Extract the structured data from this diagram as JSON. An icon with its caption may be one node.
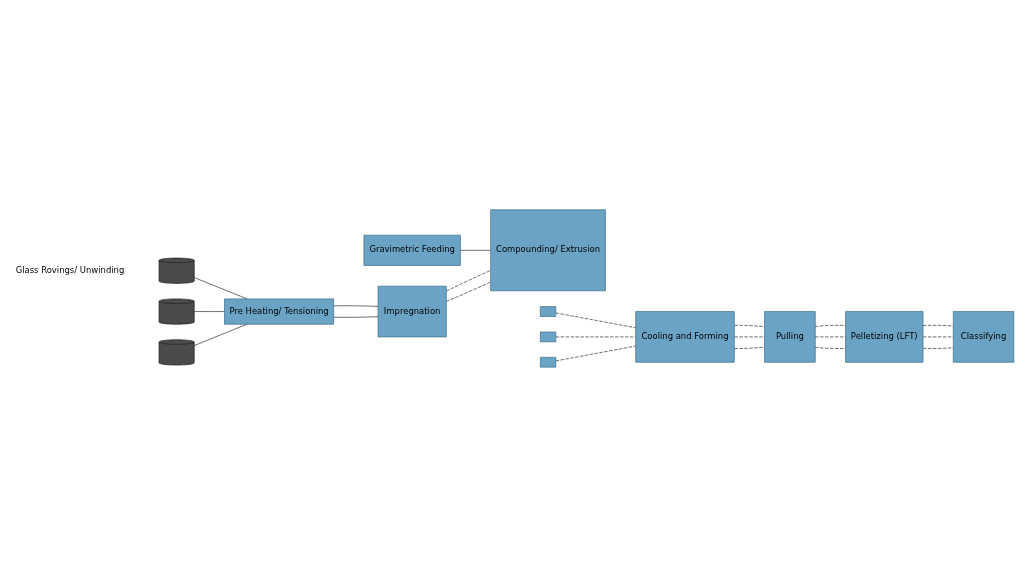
{
  "diagram": {
    "nodes": [
      {
        "text": [],
        "shape": "cylinder"
      },
      {
        "text": [],
        "shape": "cylinder"
      },
      {
        "text": [],
        "shape": "cylinder"
      },
      {
        "text": [
          "Pre Heating/ Tensioning"
        ]
      },
      {
        "text": [
          "Impregnation"
        ]
      },
      {
        "text": [],
        "shape": "box"
      },
      {
        "text": [],
        "shape": "box"
      },
      {
        "text": [],
        "shape": "box"
      },
      {
        "text": [
          "Cooling and Forming"
        ]
      },
      {
        "text": [
          "Pulling"
        ]
      },
      {
        "text": [
          "Pelletizing (LFT)"
        ]
      },
      {
        "text": [
          "Classifying"
        ]
      },
      {
        "text": [
          "Compounding/ Extrusion"
        ]
      },
      {
        "text": [
          "Gravimetric Feeding"
        ]
      }
    ],
    "edges": [
      {
        "from": 0,
        "to": 3,
        "arrow": "none"
      },
      {
        "from": 1,
        "to": 3,
        "arrow": "none"
      },
      {
        "from": 2,
        "to": 3,
        "arrow": "none"
      },
      {
        "from": 3,
        "to": 4,
        "arrow": "none"
      },
      {
        "from": 3,
        "to": 4,
        "arrow": "none"
      },
      {
        "from": 5,
        "to": 8,
        "arrow": "none",
        "style": "dashed"
      },
      {
        "from": 6,
        "to": 8,
        "arrow": "none",
        "style": "dashed"
      },
      {
        "from": 7,
        "to": 8,
        "arrow": "none",
        "style": "dashed"
      },
      {
        "from": 8,
        "to": 9,
        "arrow": "none",
        "style": "dashed"
      },
      {
        "from": 8,
        "to": 9,
        "arrow": "none",
        "style": "dashed"
      },
      {
        "from": 8,
        "to": 9,
        "arrow": "none",
        "style": "dashed"
      },
      {
        "from": 9,
        "to": 10,
        "arrow": "none",
        "style": "dashed"
      },
      {
        "from": 9,
        "to": 10,
        "arrow": "none",
        "style": "dashed"
      },
      {
        "from": 9,
        "to": 10,
        "arrow": "none",
        "style": "dashed"
      },
      {
        "from": 10,
        "to": 11,
        "arrow": "none",
        "style": "dashed"
      },
      {
        "from": 10,
        "to": 11,
        "arrow": "none",
        "style": "dashed"
      },
      {
        "from": 10,
        "to": 11,
        "arrow": "none",
        "style": "dashed"
      },
      {
        "from": 4,
        "to": 12,
        "arrow": "none",
        "style": "dashed"
      },
      {
        "from": 4,
        "to": 12,
        "arrow": "none",
        "style": "dashed"
      },
      {
        "from": 13,
        "to": 12,
        "arrow": "none"
      }
    ],
    "labels": [
      "Glass Rovings/ Unwinding"
    ]
  }
}
